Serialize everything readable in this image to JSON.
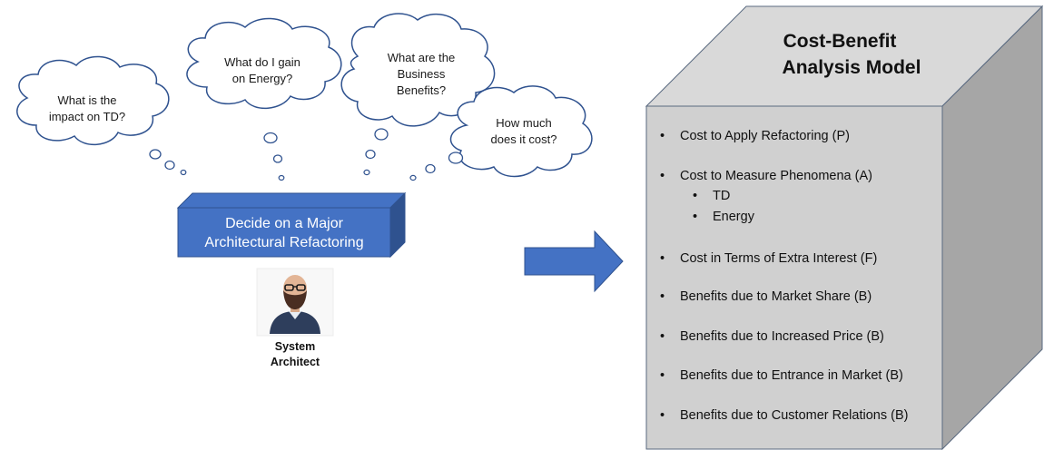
{
  "thoughts": [
    {
      "id": "impact",
      "lines": [
        "What is the",
        "impact on TD?"
      ]
    },
    {
      "id": "energy",
      "lines": [
        "What do I gain",
        "on Energy?"
      ]
    },
    {
      "id": "business",
      "lines": [
        "What are the",
        "Business",
        "Benefits?"
      ]
    },
    {
      "id": "cost",
      "lines": [
        "How much",
        "does it cost?"
      ]
    }
  ],
  "decision_box": {
    "lines": [
      "Decide on a Major",
      "Architectural Refactoring"
    ]
  },
  "person": {
    "label_lines": [
      "System",
      "Architect"
    ]
  },
  "model": {
    "title_lines": [
      "Cost-Benefit",
      "Analysis Model"
    ],
    "items": [
      {
        "text": "Cost to Apply Refactoring (P)",
        "subitems": []
      },
      {
        "text": "Cost to Measure Phenomena (A)",
        "subitems": [
          "TD",
          "Energy"
        ]
      },
      {
        "text": "Cost in Terms of Extra Interest (F)",
        "subitems": []
      },
      {
        "text": "Benefits due to Market Share (B)",
        "subitems": []
      },
      {
        "text": "Benefits due to Increased Price (B)",
        "subitems": []
      },
      {
        "text": "Benefits due to Entrance in Market (B)",
        "subitems": []
      },
      {
        "text": "Benefits due to Customer Relations (B)",
        "subitems": []
      }
    ]
  },
  "colors": {
    "box_fill": "#4472c4",
    "box_side": "#2f528f",
    "arrow": "#4472c4",
    "cube_top": "#d9d9d9",
    "cube_front": "#d0d0d0",
    "cube_side": "#a6a6a6",
    "cube_stroke": "#5a6a80"
  }
}
